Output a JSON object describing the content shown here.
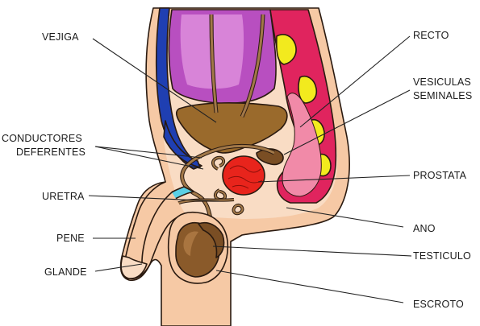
{
  "labels": {
    "vejiga": "VEJIGA",
    "conductores_1": "CONDUCTORES",
    "conductores_2": "DEFERENTES",
    "uretra": "URETRA",
    "pene": "PENE",
    "glande": "GLANDE",
    "recto": "RECTO",
    "vesiculas_1": "VESICULAS",
    "vesiculas_2": "SEMINALES",
    "prostata": "PROSTATA",
    "ano": "ANO",
    "testiculo": "TESTICULO",
    "escroto": "ESCROTO"
  },
  "colors": {
    "skin": "#f6c9a5",
    "skin_inner": "#f9dcc4",
    "intestine": "#b84fc0",
    "intestine_light": "#d884d8",
    "bladder": "#9a6a2c",
    "rectum_red": "#e0245e",
    "sacrum_yellow": "#f2ea1e",
    "prostate": "#e8241c",
    "vas_deferens": "#6b4a2a",
    "blue": "#1f3fb2",
    "cyan": "#5ad0e6",
    "testis": "#8a5a2a"
  }
}
